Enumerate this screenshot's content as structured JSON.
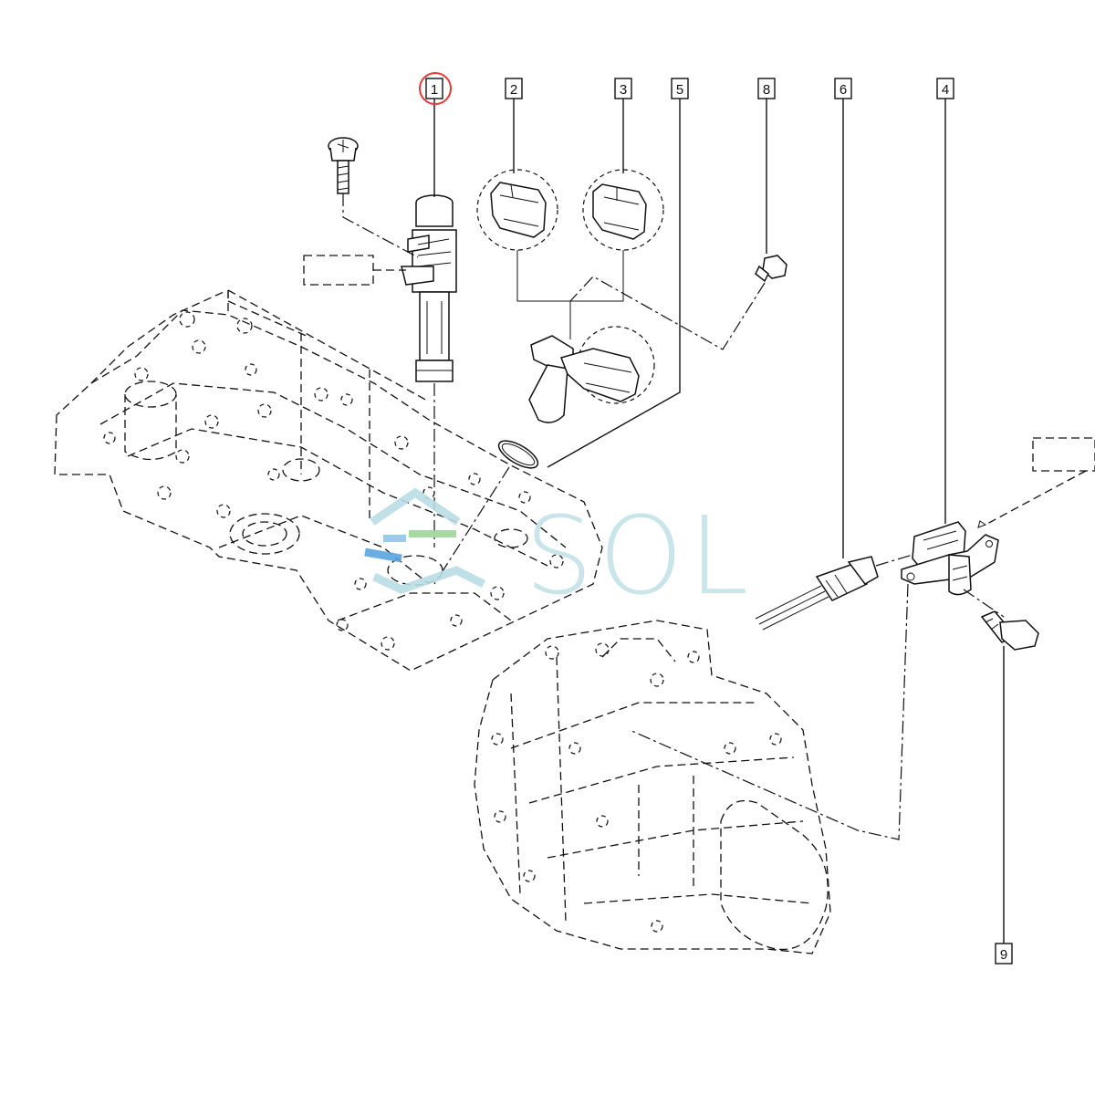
{
  "diagram": {
    "callouts": [
      {
        "id": "1",
        "label": "1",
        "highlighted": true
      },
      {
        "id": "2",
        "label": "2",
        "highlighted": false
      },
      {
        "id": "3",
        "label": "3",
        "highlighted": false
      },
      {
        "id": "5",
        "label": "5",
        "highlighted": false
      },
      {
        "id": "8",
        "label": "8",
        "highlighted": false
      },
      {
        "id": "6",
        "label": "6",
        "highlighted": false
      },
      {
        "id": "4",
        "label": "4",
        "highlighted": false
      },
      {
        "id": "9",
        "label": "9",
        "highlighted": false
      }
    ],
    "highlight_color": "#e53935",
    "line_color": "#111111"
  },
  "watermark": {
    "text": "SOL",
    "color": "#b9dde4"
  }
}
